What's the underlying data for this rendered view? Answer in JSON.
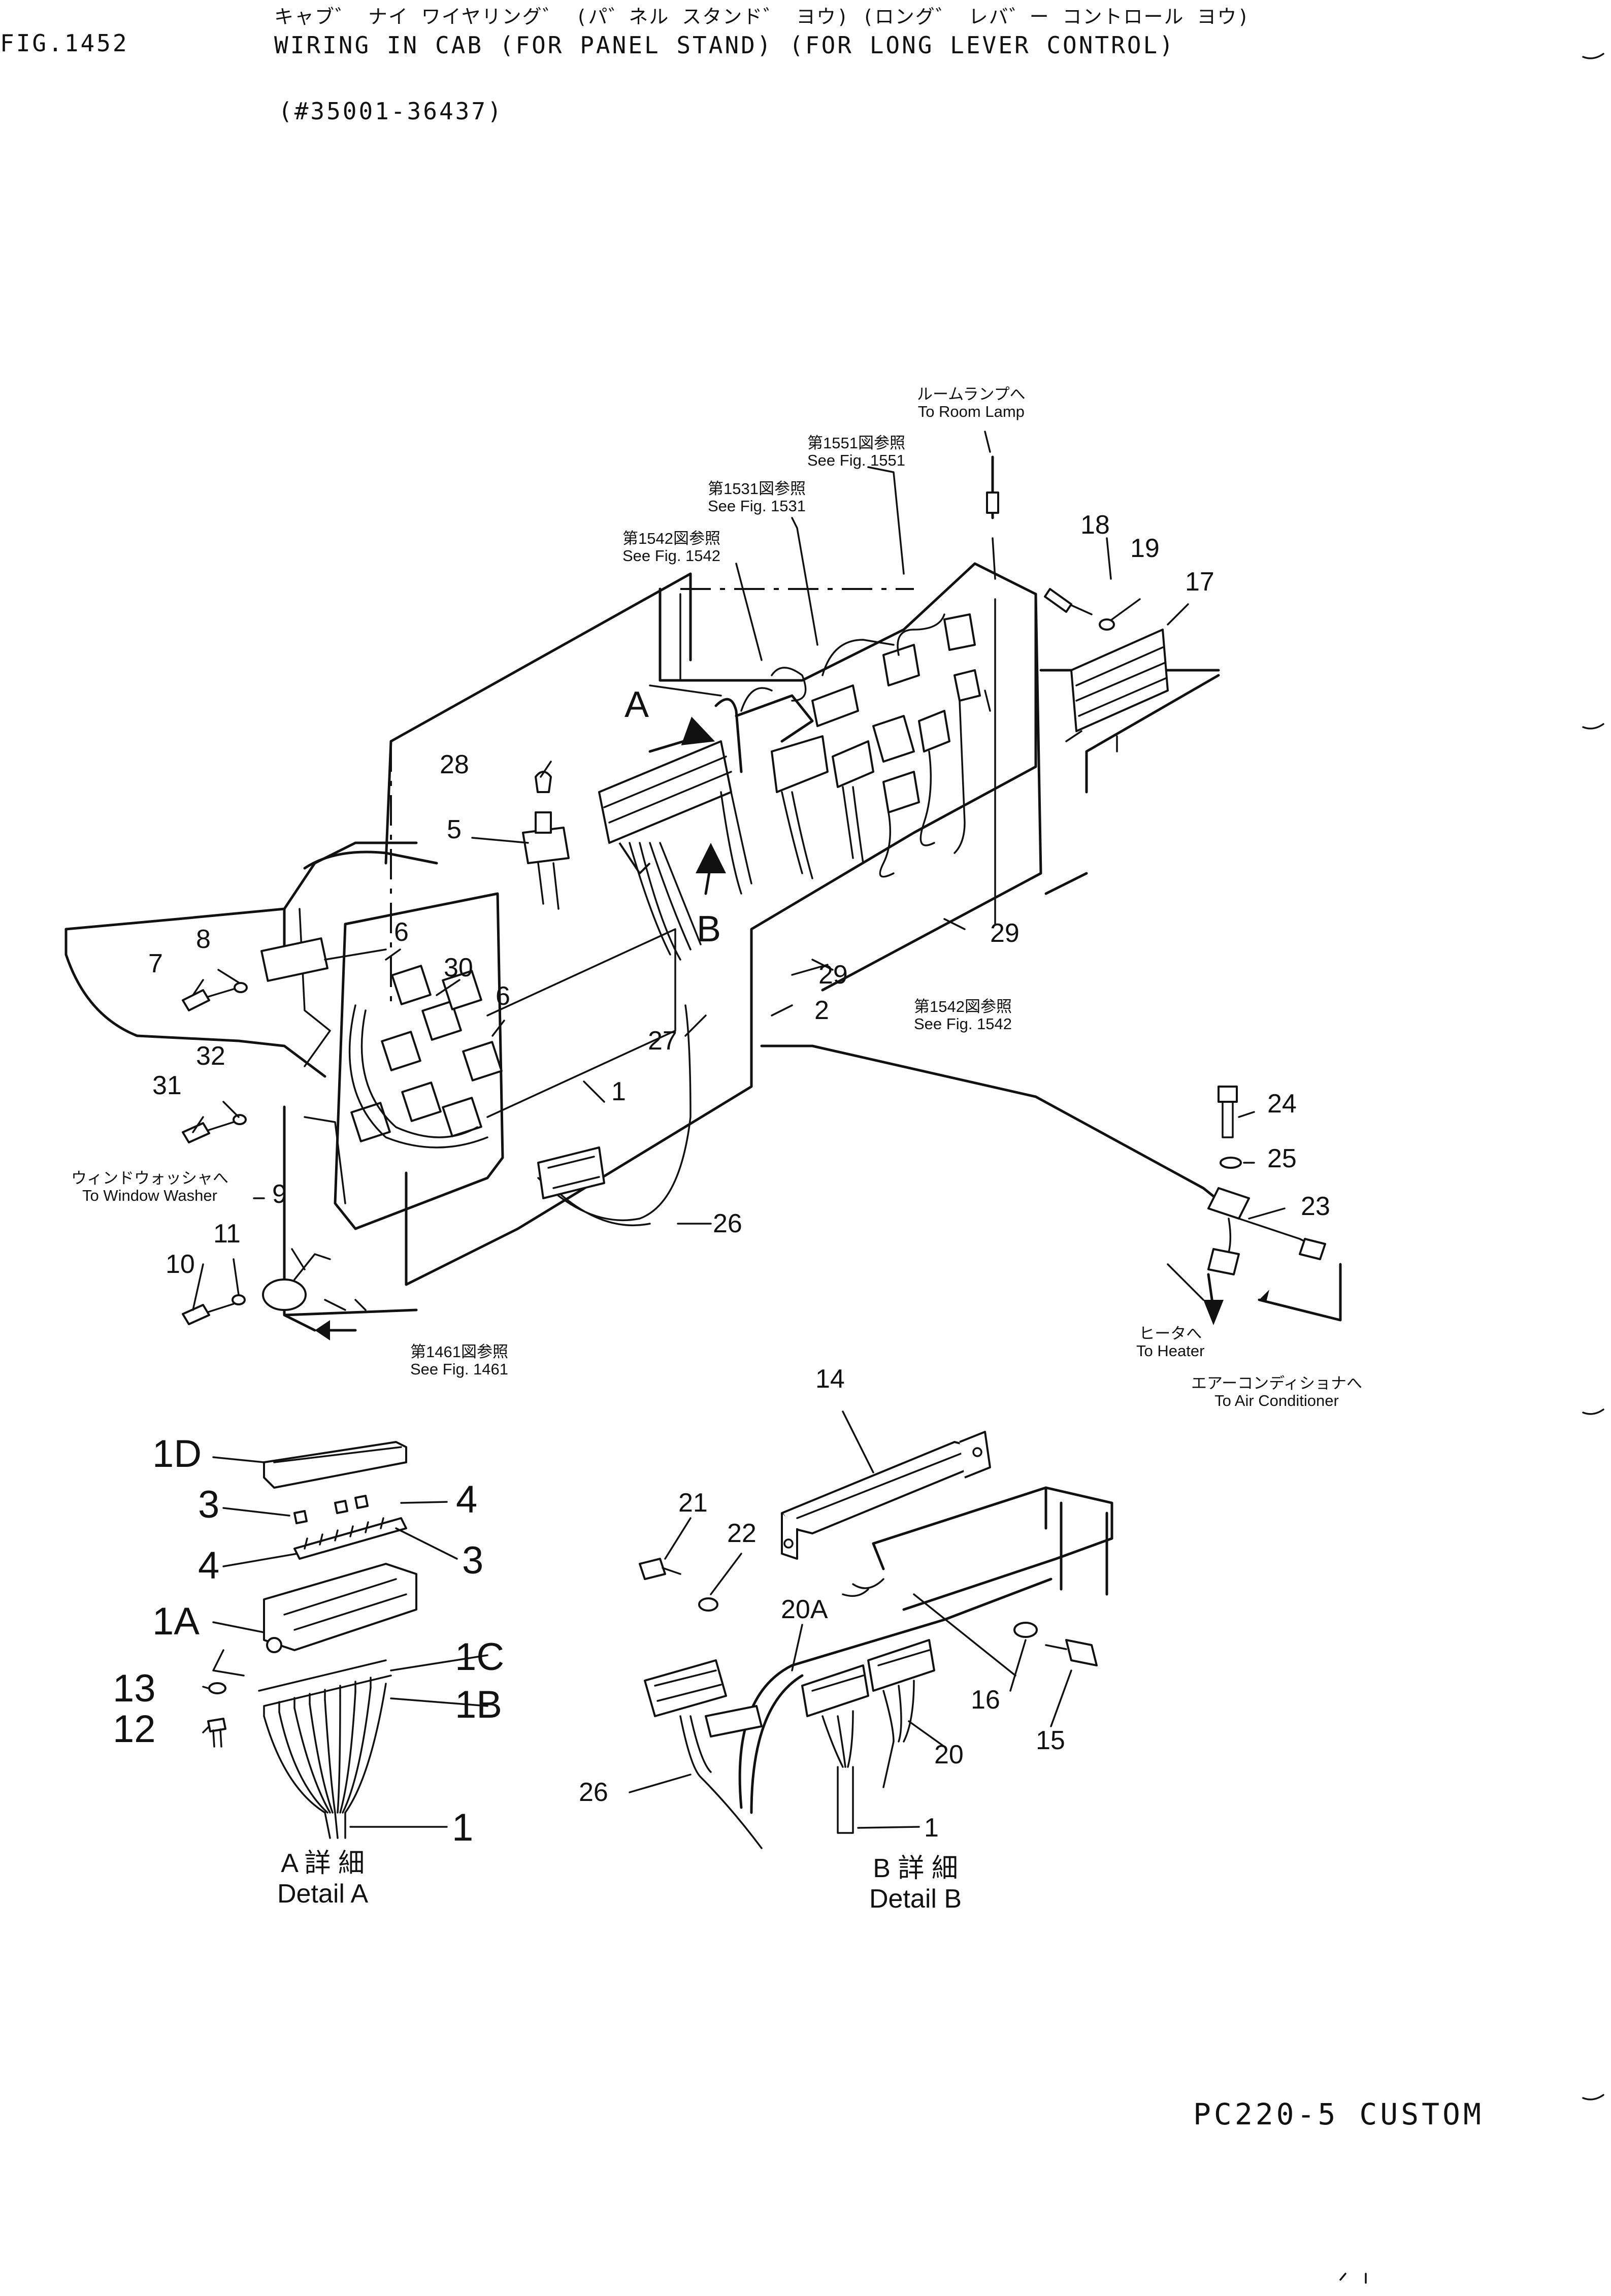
{
  "header": {
    "fig_number": "FIG.1452",
    "title_jp": "キャブ゛ ナイ ワイヤリング゛ (パ゛ネル スタンド゛ ヨウ) (ロング゛ レバ゛ー コントロール ヨウ)",
    "title_en": "WIRING IN CAB (FOR PANEL STAND) (FOR LONG LEVER CONTROL)",
    "serial_range": "(#35001-36437)"
  },
  "footer": {
    "model": "PC220-5 CUSTOM"
  },
  "notes": {
    "room_lamp_jp": "ルームランプへ",
    "room_lamp_en": "To Room Lamp",
    "see1551_jp": "第1551図参照",
    "see1551_en": "See Fig. 1551",
    "see1531_jp": "第1531図参照",
    "see1531_en": "See Fig. 1531",
    "see1542a_jp": "第1542図参照",
    "see1542a_en": "See Fig. 1542",
    "see1542b_jp": "第1542図参照",
    "see1542b_en": "See Fig. 1542",
    "see1461_jp": "第1461図参照",
    "see1461_en": "See Fig. 1461",
    "window_washer_jp": "ウィンドウォッシャへ",
    "window_washer_en": "To Window Washer",
    "heater_jp": "ヒータへ",
    "heater_en": "To Heater",
    "aircon_jp": "エアーコンディショナへ",
    "aircon_en": "To Air Conditioner"
  },
  "detail_a": {
    "jp": "A 詳 細",
    "en": "Detail A",
    "marker": "A"
  },
  "detail_b": {
    "jp": "B 詳 細",
    "en": "Detail B",
    "marker": "B"
  },
  "callouts_main": [
    "1",
    "2",
    "5",
    "6",
    "6",
    "7",
    "8",
    "9",
    "10",
    "11",
    "17",
    "18",
    "19",
    "23",
    "24",
    "25",
    "26",
    "27",
    "28",
    "29",
    "29",
    "30",
    "31",
    "32"
  ],
  "callouts_detail_a": [
    "1D",
    "3",
    "4",
    "4",
    "3",
    "1A",
    "1C",
    "13",
    "1B",
    "12",
    "1"
  ],
  "callouts_detail_b": [
    "14",
    "21",
    "22",
    "20A",
    "16",
    "15",
    "26",
    "20",
    "1"
  ]
}
